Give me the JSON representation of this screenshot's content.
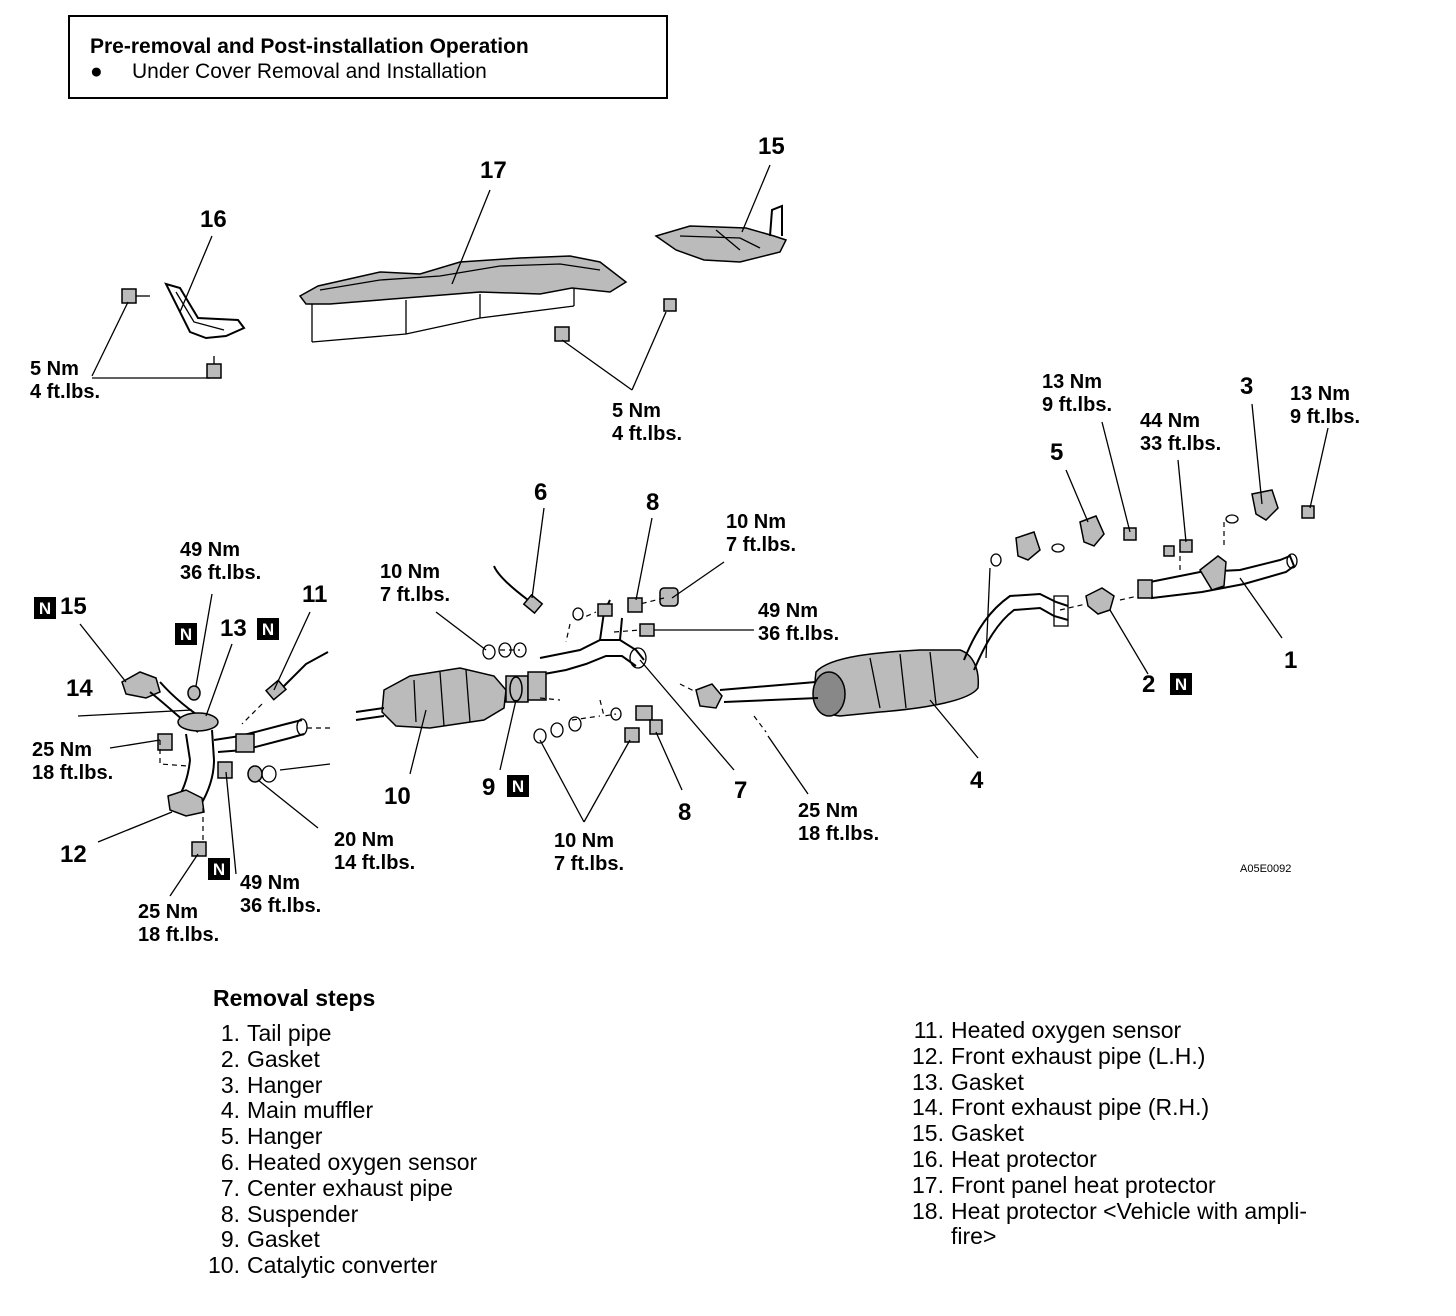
{
  "operation": {
    "title": "Pre-removal and Post-installation Operation",
    "item": "Under Cover Removal and Installation"
  },
  "callouts": {
    "c1": "1",
    "c2": "2",
    "c3": "3",
    "c4": "4",
    "c5": "5",
    "c6": "6",
    "c7": "7",
    "c8a": "8",
    "c8b": "8",
    "c9": "9",
    "c10": "10",
    "c11": "11",
    "c12": "12",
    "c13": "13",
    "c14": "14",
    "c15a": "15",
    "c15b": "15",
    "c16": "16",
    "c17": "17"
  },
  "n_mark": "N",
  "torques": {
    "t5a": {
      "nm": "5 Nm",
      "ft": "4 ft.lbs."
    },
    "t5b": {
      "nm": "5 Nm",
      "ft": "4 ft.lbs."
    },
    "t13a": {
      "nm": "13 Nm",
      "ft": "9 ft.lbs."
    },
    "t13b": {
      "nm": "13 Nm",
      "ft": "9 ft.lbs."
    },
    "t44": {
      "nm": "44 Nm",
      "ft": "33 ft.lbs."
    },
    "t10a": {
      "nm": "10 Nm",
      "ft": "7 ft.lbs."
    },
    "t10b": {
      "nm": "10 Nm",
      "ft": "7 ft.lbs."
    },
    "t10c": {
      "nm": "10 Nm",
      "ft": "7 ft.lbs."
    },
    "t49a": {
      "nm": "49 Nm",
      "ft": "36 ft.lbs."
    },
    "t49b": {
      "nm": "49 Nm",
      "ft": "36 ft.lbs."
    },
    "t49c": {
      "nm": "49 Nm",
      "ft": "36 ft.lbs."
    },
    "t25a": {
      "nm": "25 Nm",
      "ft": "18 ft.lbs."
    },
    "t25b": {
      "nm": "25 Nm",
      "ft": "18 ft.lbs."
    },
    "t25c": {
      "nm": "25 Nm",
      "ft": "18 ft.lbs."
    },
    "t20": {
      "nm": "20 Nm",
      "ft": "14 ft.lbs."
    }
  },
  "figure_code": "A05E0092",
  "removal": {
    "title": "Removal steps",
    "steps": [
      {
        "num": "1.",
        "text": "Tail pipe"
      },
      {
        "num": "2.",
        "text": "Gasket"
      },
      {
        "num": "3.",
        "text": "Hanger"
      },
      {
        "num": "4.",
        "text": "Main muffler"
      },
      {
        "num": "5.",
        "text": "Hanger"
      },
      {
        "num": "6.",
        "text": "Heated oxygen sensor"
      },
      {
        "num": "7.",
        "text": "Center exhaust pipe"
      },
      {
        "num": "8.",
        "text": "Suspender"
      },
      {
        "num": "9.",
        "text": "Gasket"
      },
      {
        "num": "10.",
        "text": "Catalytic converter"
      },
      {
        "num": "11.",
        "text": "Heated oxygen sensor"
      },
      {
        "num": "12.",
        "text": "Front exhaust pipe (L.H.)"
      },
      {
        "num": "13.",
        "text": "Gasket"
      },
      {
        "num": "14.",
        "text": "Front exhaust pipe (R.H.)"
      },
      {
        "num": "15.",
        "text": "Gasket"
      },
      {
        "num": "16.",
        "text": "Heat protector"
      },
      {
        "num": "17.",
        "text": "Front panel heat protector"
      },
      {
        "num": "18.",
        "text": "Heat protector <Vehicle with ampli-",
        "cont": "fire>"
      }
    ]
  }
}
